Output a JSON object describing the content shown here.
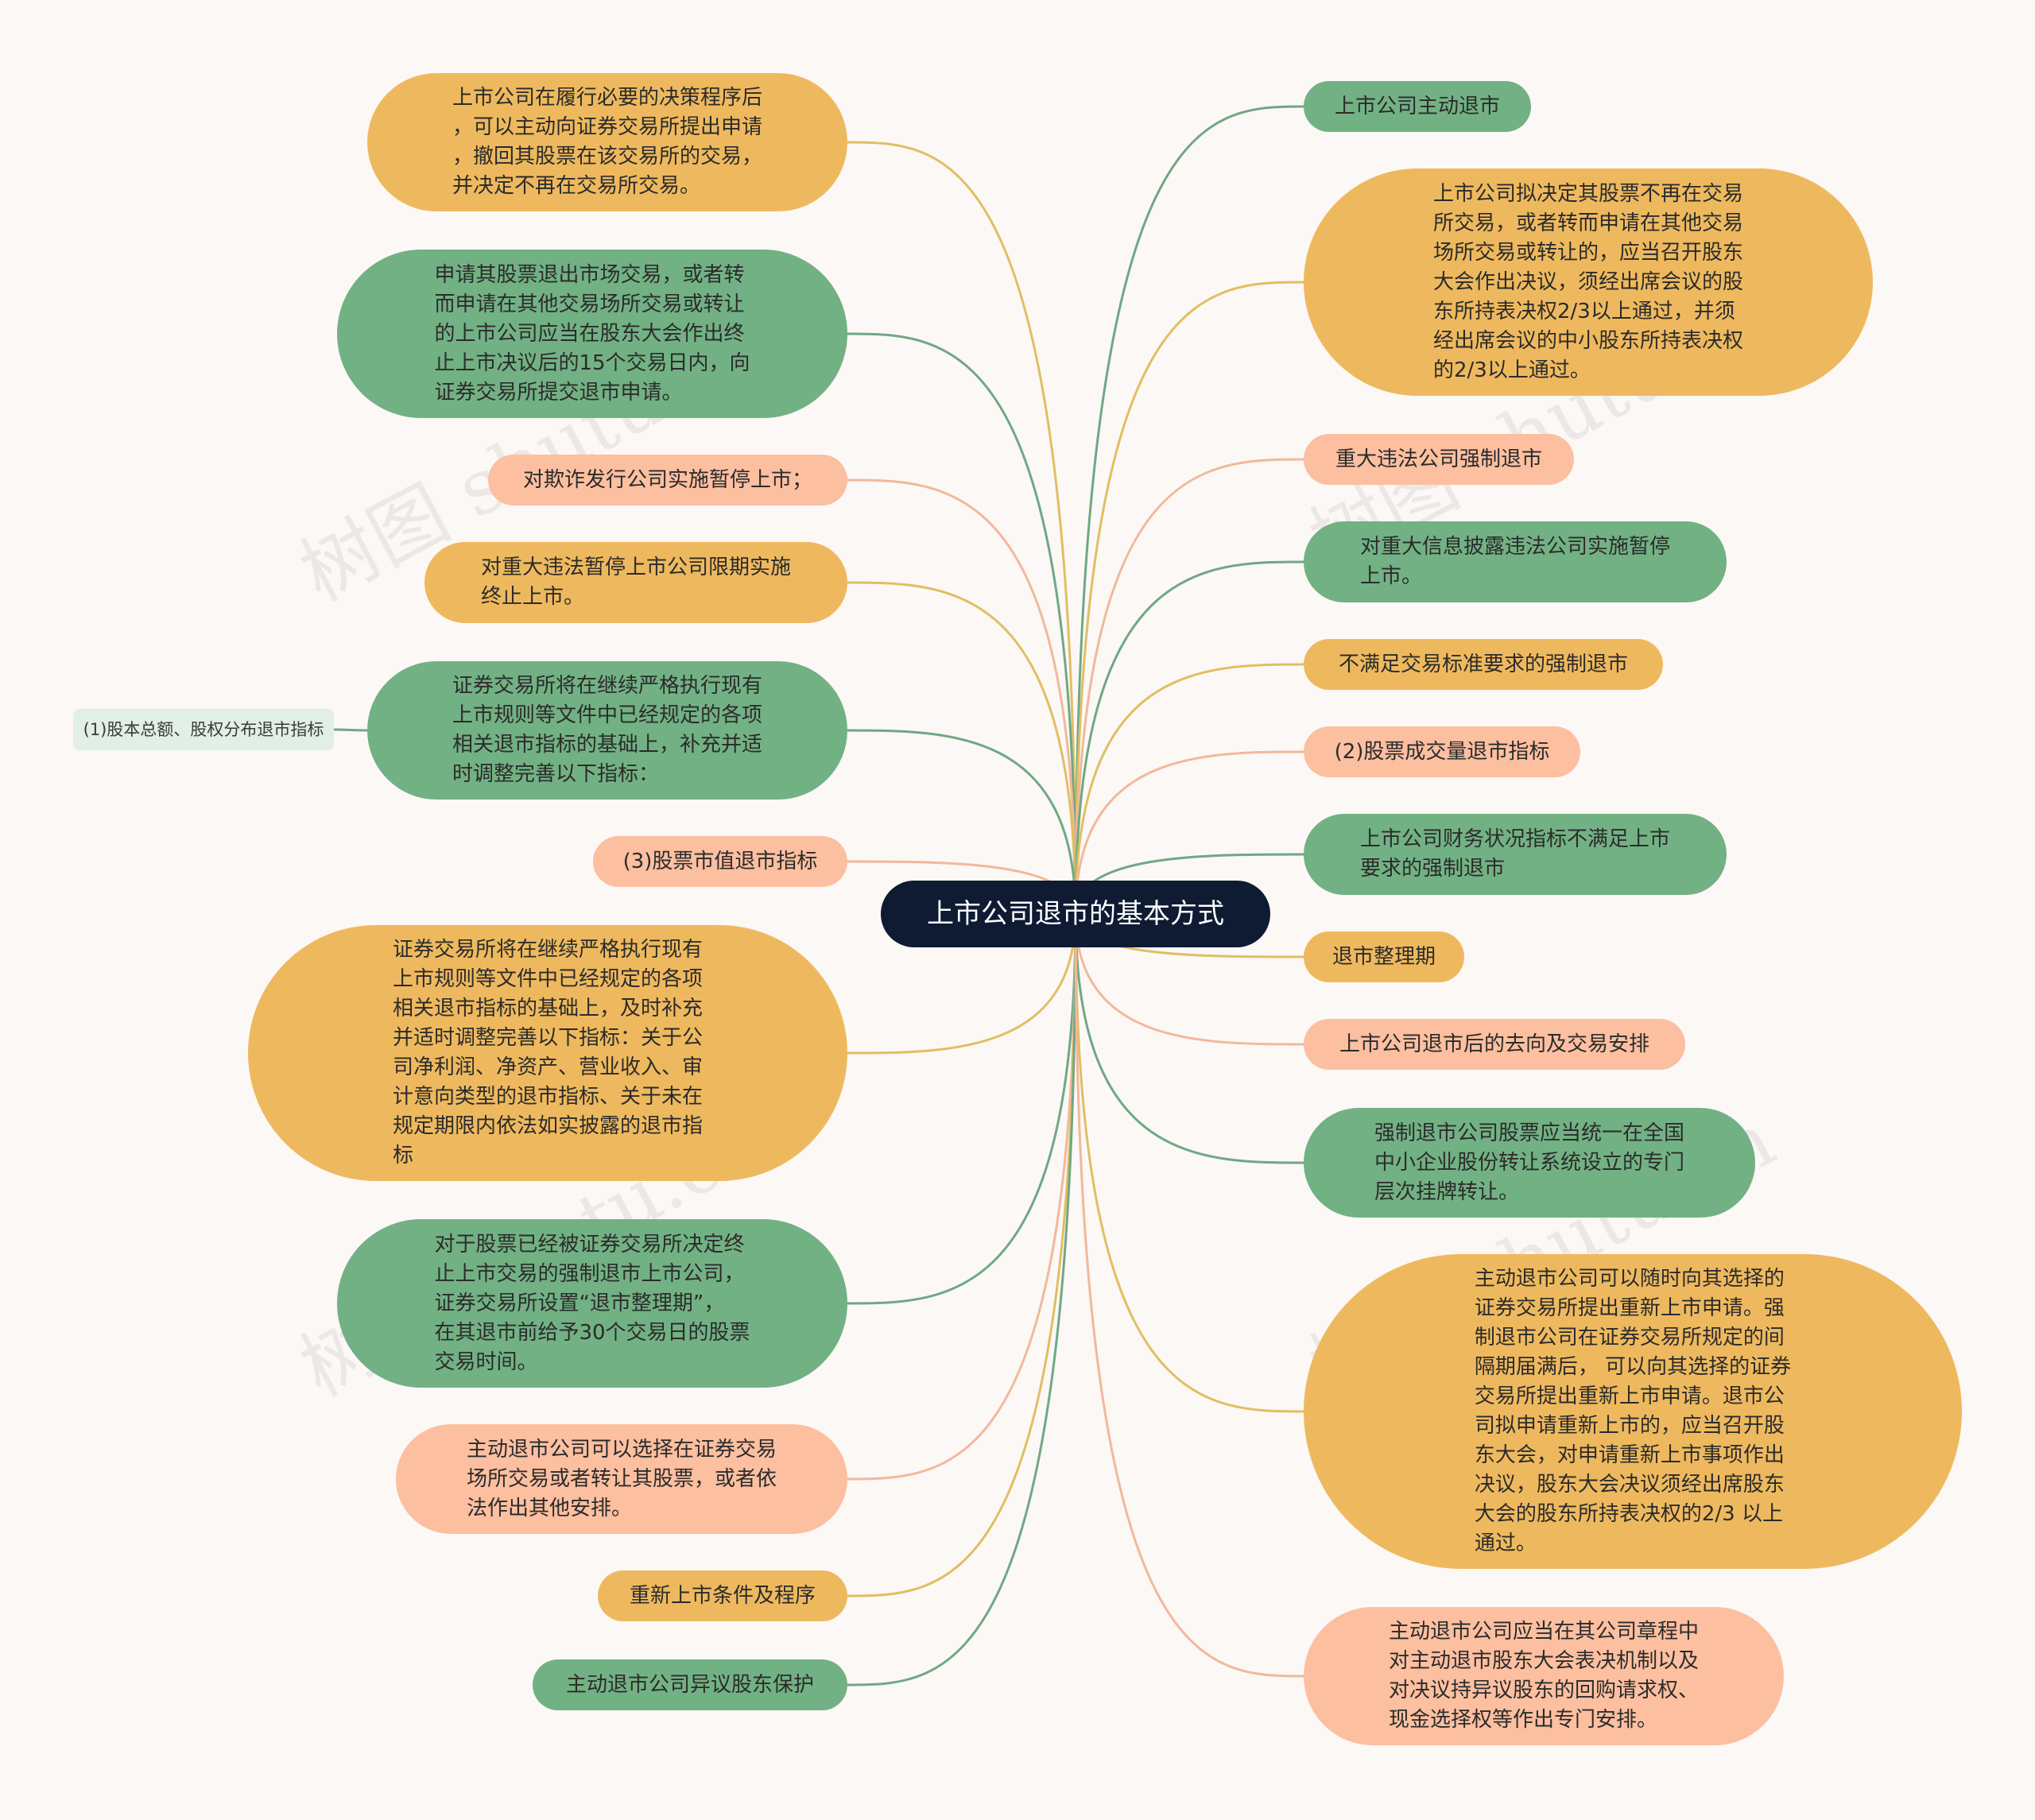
{
  "root": {
    "label": "上市公司退市的基本方式"
  },
  "watermark": "树图 shutu.cn",
  "colors": {
    "green": "#72b183",
    "yellow": "#eeb95e",
    "peach": "#fcbfa0",
    "root": "#0e1b33",
    "background": "#fcf8f6"
  },
  "left_nodes": [
    {
      "label": "上市公司在履行必要的决策程序后\n，可以主动向证券交易所提出申请\n，撤回其股票在该交易所的交易，\n并决定不再在交易所交易。",
      "color": "yellow"
    },
    {
      "label": "申请其股票退出市场交易，或者转\n而申请在其他交易场所交易或转让\n的上市公司应当在股东大会作出终\n止上市决议后的15个交易日内，向\n证券交易所提交退市申请。",
      "color": "green"
    },
    {
      "label": "对欺诈发行公司实施暂停上市；",
      "color": "peach"
    },
    {
      "label": "对重大违法暂停上市公司限期实施\n终止上市。",
      "color": "yellow"
    },
    {
      "label": "证券交易所将在继续严格执行现有\n上市规则等文件中已经规定的各项\n相关退市指标的基础上，补充并适\n时调整完善以下指标：",
      "color": "green"
    },
    {
      "label": "(3)股票市值退市指标",
      "color": "peach"
    },
    {
      "label": "证券交易所将在继续严格执行现有\n上市规则等文件中已经规定的各项\n相关退市指标的基础上，及时补充\n并适时调整完善以下指标：关于公\n司净利润、净资产、营业收入、审\n计意向类型的退市指标、关于未在\n规定期限内依法如实披露的退市指\n标",
      "color": "yellow"
    },
    {
      "label": "对于股票已经被证券交易所决定终\n止上市交易的强制退市上市公司，\n证券交易所设置“退市整理期”，\n在其退市前给予30个交易日的股票\n交易时间。",
      "color": "green"
    },
    {
      "label": "主动退市公司可以选择在证券交易\n场所交易或者转让其股票，或者依\n法作出其他安排。",
      "color": "peach"
    },
    {
      "label": "重新上市条件及程序",
      "color": "yellow"
    },
    {
      "label": "主动退市公司异议股东保护",
      "color": "green"
    }
  ],
  "sub_node": {
    "label": "(1)股本总额、股权分布退市指标"
  },
  "right_nodes": [
    {
      "label": "上市公司主动退市",
      "color": "green"
    },
    {
      "label": "上市公司拟决定其股票不再在交易\n所交易，或者转而申请在其他交易\n场所交易或转让的，应当召开股东\n大会作出决议，须经出席会议的股\n东所持表决权2/3以上通过，并须\n经出席会议的中小股东所持表决权\n的2/3以上通过。",
      "color": "yellow"
    },
    {
      "label": "重大违法公司强制退市",
      "color": "peach"
    },
    {
      "label": "对重大信息披露违法公司实施暂停\n上市。",
      "color": "green"
    },
    {
      "label": "不满足交易标准要求的强制退市",
      "color": "yellow"
    },
    {
      "label": "(2)股票成交量退市指标",
      "color": "peach"
    },
    {
      "label": "上市公司财务状况指标不满足上市\n要求的强制退市",
      "color": "green"
    },
    {
      "label": "退市整理期",
      "color": "yellow"
    },
    {
      "label": "上市公司退市后的去向及交易安排",
      "color": "peach"
    },
    {
      "label": "强制退市公司股票应当统一在全国\n中小企业股份转让系统设立的专门\n层次挂牌转让。",
      "color": "green"
    },
    {
      "label": "主动退市公司可以随时向其选择的\n证券交易所提出重新上市申请。强\n制退市公司在证券交易所规定的间\n隔期届满后， 可以向其选择的证券\n交易所提出重新上市申请。退市公\n司拟申请重新上市的，应当召开股\n东大会，对申请重新上市事项作出\n决议，股东大会决议须经出席股东\n大会的股东所持表决权的2/3 以上\n通过。",
      "color": "yellow"
    },
    {
      "label": "主动退市公司应当在其公司章程中\n对主动退市股东大会表决机制以及\n对决议持异议股东的回购请求权、\n现金选择权等作出专门安排。",
      "color": "peach"
    }
  ]
}
